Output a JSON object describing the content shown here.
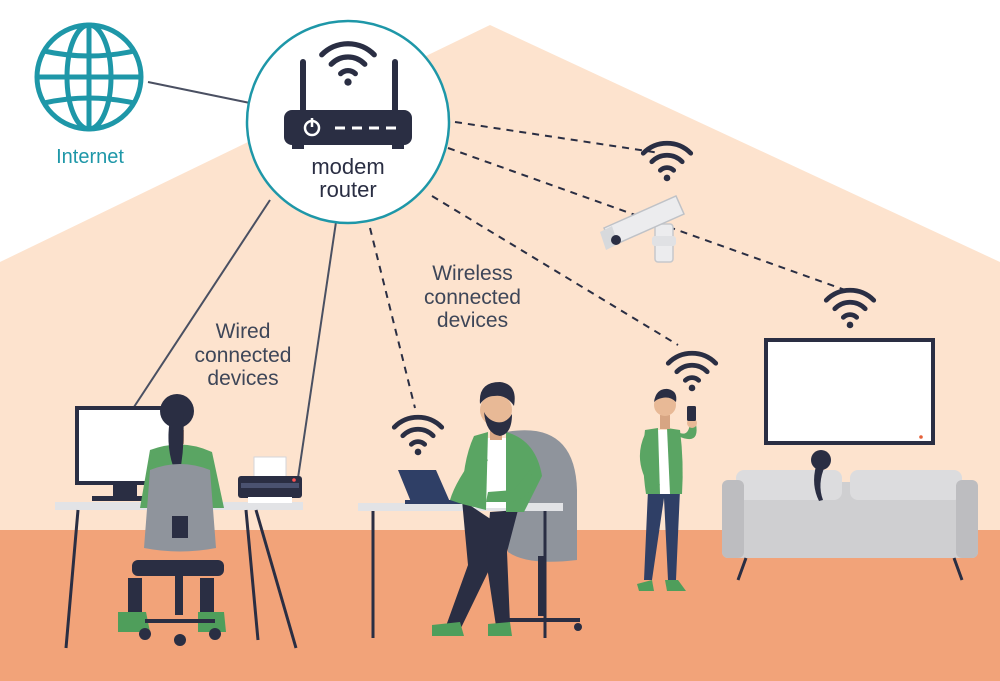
{
  "labels": {
    "internet": "Internet",
    "router_line1": "modem",
    "router_line2": "router",
    "wired_line1": "Wired",
    "wired_line2": "connected",
    "wired_line3": "devices",
    "wireless_line1": "Wireless",
    "wireless_line2": "connected",
    "wireless_line3": "devices"
  },
  "icons": [
    "globe-icon",
    "router-icon",
    "wifi-icon",
    "security-camera-icon",
    "tv-icon",
    "desktop-computer-icon",
    "printer-icon",
    "laptop-icon",
    "smartphone-icon"
  ],
  "colors": {
    "house_fill": "#fde3ce",
    "floor": "#f2a379",
    "globe": "#1e97a8",
    "navy": "#2a2e43",
    "wire": "#4a5062",
    "jacket_green": "#5aa563",
    "chair_grey": "#8f949c",
    "sofa_grey": "#cfcfd1"
  }
}
